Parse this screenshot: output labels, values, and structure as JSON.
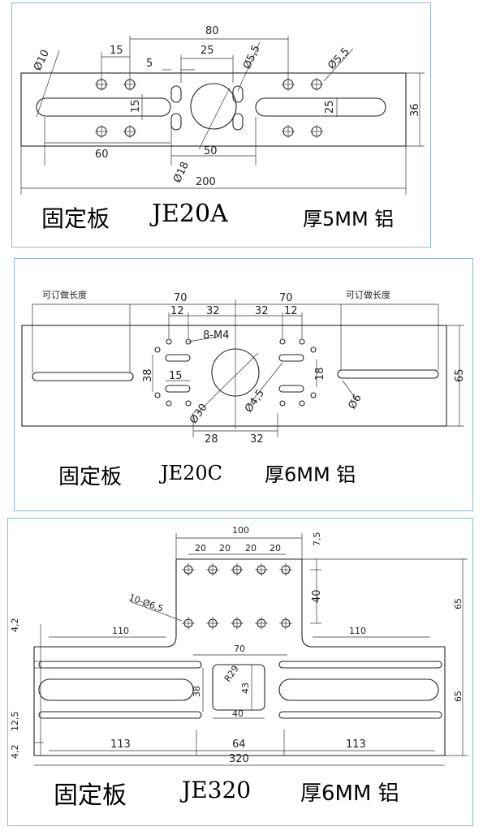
{
  "panels": [
    {
      "id": "je20a",
      "title": "固定板",
      "model": "JE20A",
      "spec": "厚5MM 铝",
      "dims": {
        "top_80": "80",
        "d15": "15",
        "d25": "25",
        "d5": "5",
        "phi10": "Ø10",
        "phi55a": "Ø5,5",
        "phi55b": "Ø5,5",
        "v15": "15",
        "v25": "25",
        "v36": "36",
        "d60": "60",
        "d50": "50",
        "phi18": "Ø18",
        "d200": "200"
      }
    },
    {
      "id": "je20c",
      "title": "固定板",
      "model": "JE20C",
      "spec": "厚6MM 铝",
      "adjustable_label": "可订做长度",
      "dims": {
        "l70": "70",
        "r70": "70",
        "d12a": "12",
        "d32a": "32",
        "d32b": "32",
        "d12b": "12",
        "m4": "8-M4",
        "v38": "38",
        "d15": "15",
        "v18": "18",
        "v65": "65",
        "phi30": "Ø30",
        "phi45": "Ø4,5",
        "phi6": "Ø6",
        "d28": "28",
        "d32c": "32"
      }
    },
    {
      "id": "je320",
      "title": "固定板",
      "model": "JE320",
      "spec": "厚6MM 铝",
      "dims": {
        "d100": "100",
        "d20a": "20",
        "d20b": "20",
        "d20c": "20",
        "d20d": "20",
        "d75": "7,5",
        "holes": "10-Ø6,5",
        "v40": "40",
        "v65a": "65",
        "d42a": "4,2",
        "d110a": "110",
        "d110b": "110",
        "d70": "70",
        "r29": "R29",
        "v38": "38",
        "v43": "43",
        "d40": "40",
        "v65b": "65",
        "d125": "12,5",
        "d42b": "4,2",
        "d113a": "113",
        "d64": "64",
        "d113b": "113",
        "d320": "320"
      }
    }
  ]
}
